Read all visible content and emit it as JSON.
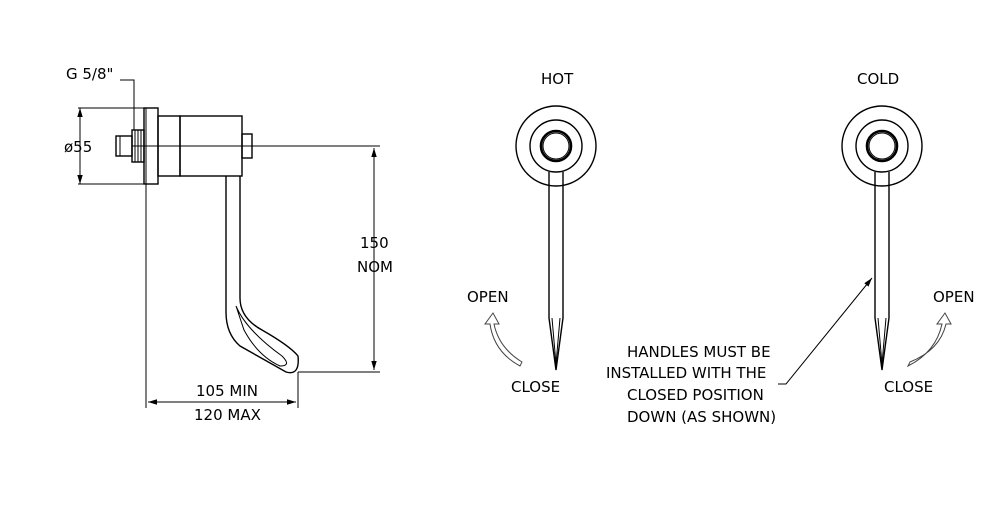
{
  "side_view": {
    "thread_label": "G 5/8\"",
    "diameter_label": "ø55",
    "height_label_1": "150",
    "height_label_2": "NOM",
    "reach_label_1": "105 MIN",
    "reach_label_2": "120 MAX"
  },
  "hot_handle": {
    "title": "HOT",
    "open_label": "OPEN",
    "close_label": "CLOSE"
  },
  "cold_handle": {
    "title": "COLD",
    "open_label": "OPEN",
    "close_label": "CLOSE"
  },
  "note": {
    "line1": "HANDLES MUST BE",
    "line2": "INSTALLED WITH THE",
    "line3": "CLOSED POSITION",
    "line4": "DOWN (AS SHOWN)"
  }
}
